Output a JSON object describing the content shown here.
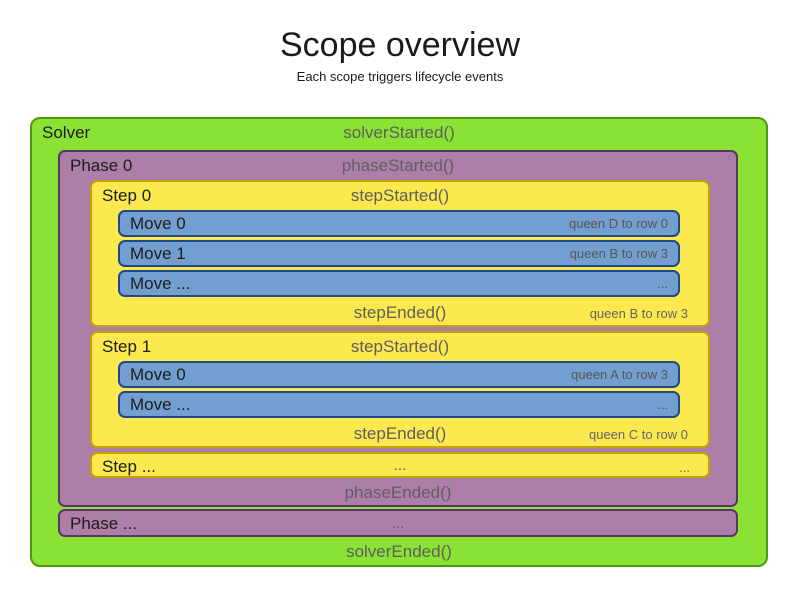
{
  "title": "Scope overview",
  "subtitle": "Each scope triggers lifecycle events",
  "palette": {
    "solver_fill": "#8ae234",
    "solver_border": "#4e9a06",
    "phase_fill": "#ad7fa8",
    "phase_border": "#5c3566",
    "step_fill": "#fce94f",
    "step_border": "#c4a000",
    "move_fill": "#729fcf",
    "move_border": "#204a87",
    "event_text": "#5e5e5e",
    "label_text": "#1c1c1c"
  },
  "solver": {
    "label": "Solver",
    "started_event": "solverStarted()",
    "ended_event": "solverEnded()",
    "phase0": {
      "label": "Phase 0",
      "started_event": "phaseStarted()",
      "ended_event": "phaseEnded()",
      "step0": {
        "label": "Step 0",
        "started_event": "stepStarted()",
        "ended_event": "stepEnded()",
        "ended_annotation": "queen B to row 3",
        "moves": [
          {
            "label": "Move 0",
            "annotation": "queen D to row 0"
          },
          {
            "label": "Move 1",
            "annotation": "queen B to row 3"
          },
          {
            "label": "Move ...",
            "annotation": "..."
          }
        ]
      },
      "step1": {
        "label": "Step 1",
        "started_event": "stepStarted()",
        "ended_event": "stepEnded()",
        "ended_annotation": "queen C to row 0",
        "moves": [
          {
            "label": "Move 0",
            "annotation": "queen A to row 3"
          },
          {
            "label": "Move ...",
            "annotation": "..."
          }
        ]
      },
      "step_more": {
        "label": "Step ...",
        "center": "...",
        "right": "..."
      }
    },
    "phase_more": {
      "label": "Phase ...",
      "center": "..."
    }
  }
}
